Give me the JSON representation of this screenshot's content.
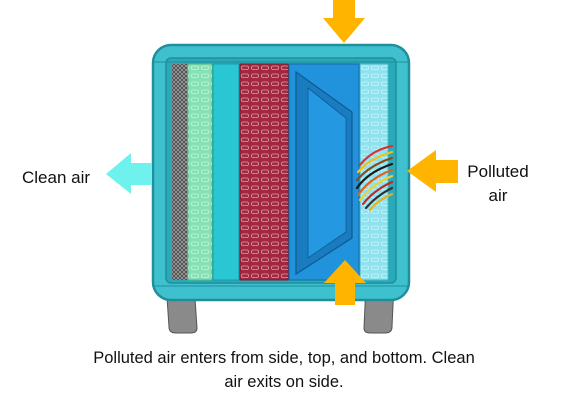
{
  "labels": {
    "clean_air": "Clean air",
    "polluted_air": "Polluted air",
    "caption": "Polluted air enters from side, top, and bottom. Clean air exits on side."
  },
  "colors": {
    "housing": "#3fc0cf",
    "housing_dark": "#1f8f9c",
    "inlet_arrow": "#ffb400",
    "outlet_arrow": "#6ff2ee",
    "mesh_filter": "#555555",
    "green_filter": "#86e1b5",
    "cyan_filter": "#29c6d4",
    "red_filter": "#a32740",
    "blue_chamber": "#1f8fd8",
    "right_panel": "#8fe2ee",
    "legs": "#888888"
  },
  "icons": {
    "top_inlet": "arrow-down-icon",
    "side_inlet": "arrow-left-icon",
    "bottom_inlet": "arrow-up-icon",
    "outlet": "arrow-left-icon"
  }
}
